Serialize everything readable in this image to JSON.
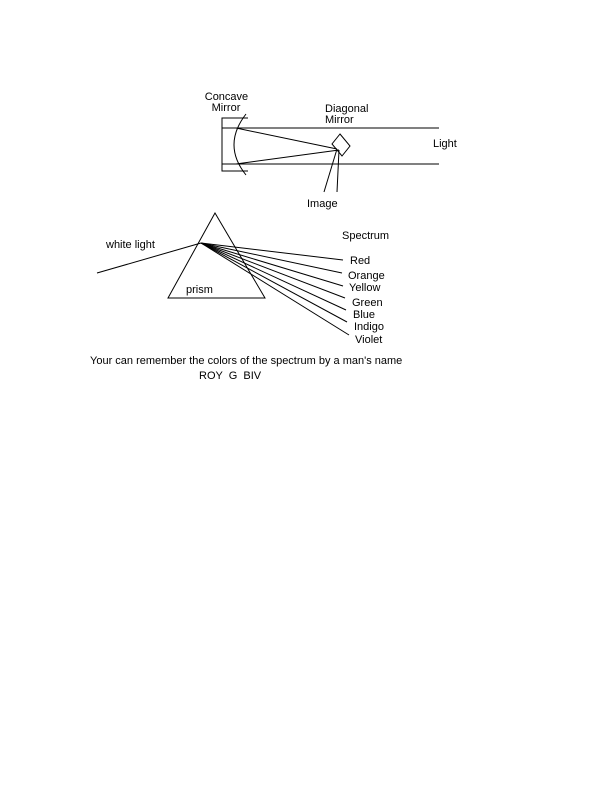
{
  "telescope": {
    "concave_mirror_label": [
      "Concave",
      "Mirror"
    ],
    "diagonal_mirror_label": [
      "Diagonal",
      "Mirror"
    ],
    "light_label": "Light",
    "image_label": "Image"
  },
  "prism_diagram": {
    "white_light_label": "white light",
    "prism_label": "prism",
    "spectrum_label": "Spectrum",
    "colors": [
      "Red",
      "Orange",
      "Yellow",
      "Green",
      "Blue",
      "Indigo",
      "Violet"
    ]
  },
  "caption": {
    "line1": "Your can remember the colors of the spectrum by a man's name",
    "line2": "ROY  G  BIV"
  }
}
